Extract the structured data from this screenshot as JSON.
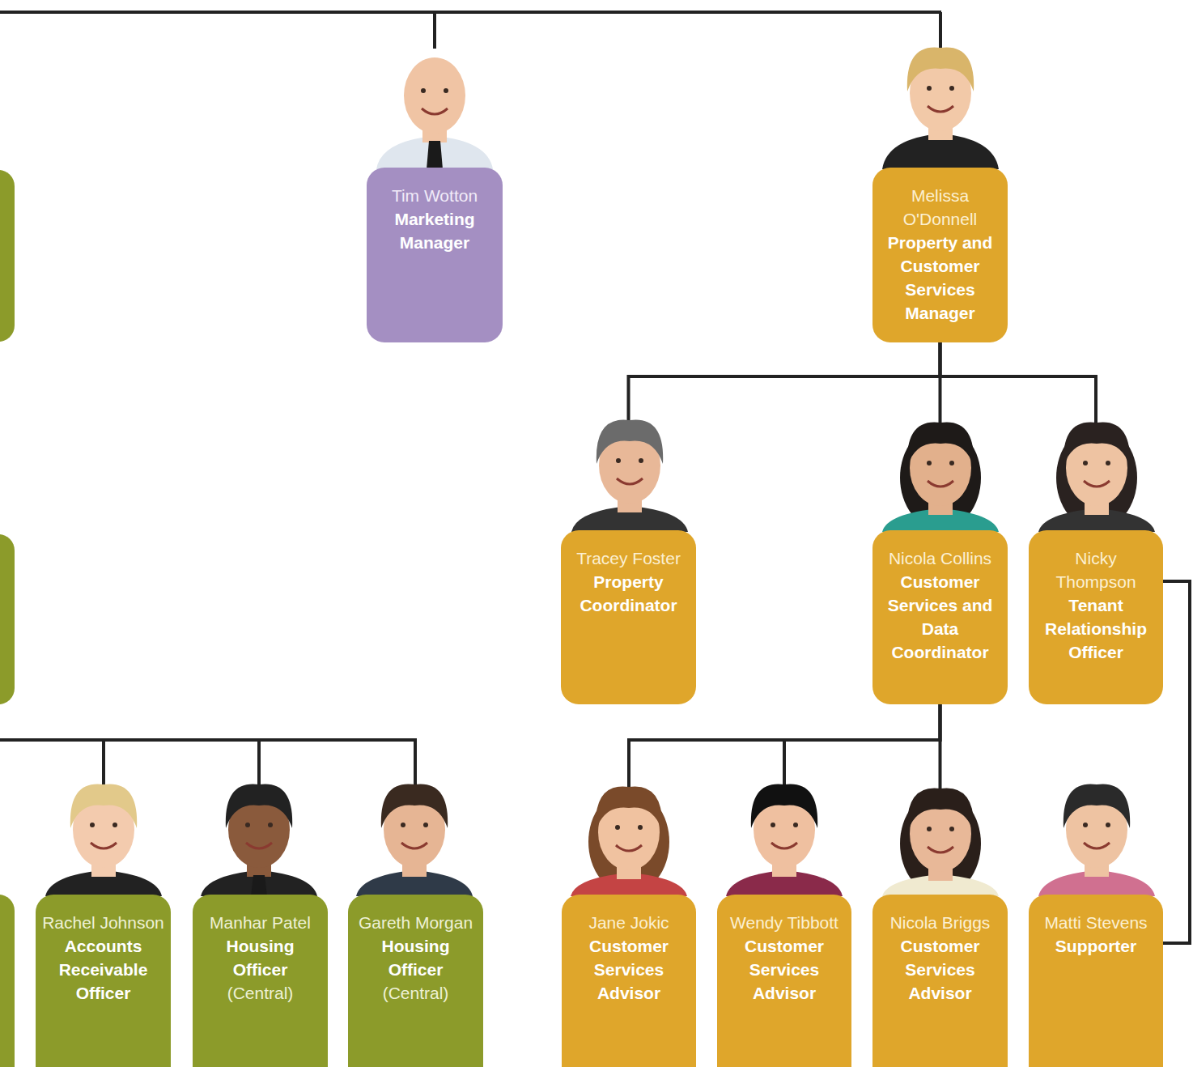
{
  "diagram": {
    "nodes": [
      {
        "text": [
          "Tim Wotton",
          "Marketing Manager"
        ]
      },
      {
        "text": [
          "Melissa O'Donnell",
          "Property and Customer Services Manager"
        ]
      },
      {
        "text": [
          "Tracey Foster",
          "Property Coordinator"
        ]
      },
      {
        "text": [
          "Nicola Collins",
          "Customer Services and Data Coordinator"
        ]
      },
      {
        "text": [
          "Nicky Thompson",
          "Tenant Relationship Officer"
        ]
      },
      {
        "text": [
          "Rachel Johnson",
          "Accounts Receivable Officer"
        ]
      },
      {
        "text": [
          "Manhar Patel",
          "Housing Officer",
          "(Central)"
        ]
      },
      {
        "text": [
          "Gareth Morgan",
          "Housing Officer",
          "(Central)"
        ]
      },
      {
        "text": [
          "Jane Jokic",
          "Customer Services Advisor"
        ]
      },
      {
        "text": [
          "Wendy Tibbott",
          "Customer Services Advisor"
        ]
      },
      {
        "text": [
          "Nicola Briggs",
          "Customer Services Advisor"
        ]
      },
      {
        "text": [
          "Matti Stevens",
          "Supporter"
        ]
      }
    ],
    "edges": [
      {
        "from": 1,
        "to": 2,
        "arrow": "none"
      },
      {
        "from": 1,
        "to": 3,
        "arrow": "none"
      },
      {
        "from": 1,
        "to": 4,
        "arrow": "none"
      },
      {
        "from": 3,
        "to": 8,
        "arrow": "none"
      },
      {
        "from": 3,
        "to": 9,
        "arrow": "none"
      },
      {
        "from": 3,
        "to": 10,
        "arrow": "none"
      },
      {
        "from": 4,
        "to": 11,
        "arrow": "none"
      }
    ]
  }
}
